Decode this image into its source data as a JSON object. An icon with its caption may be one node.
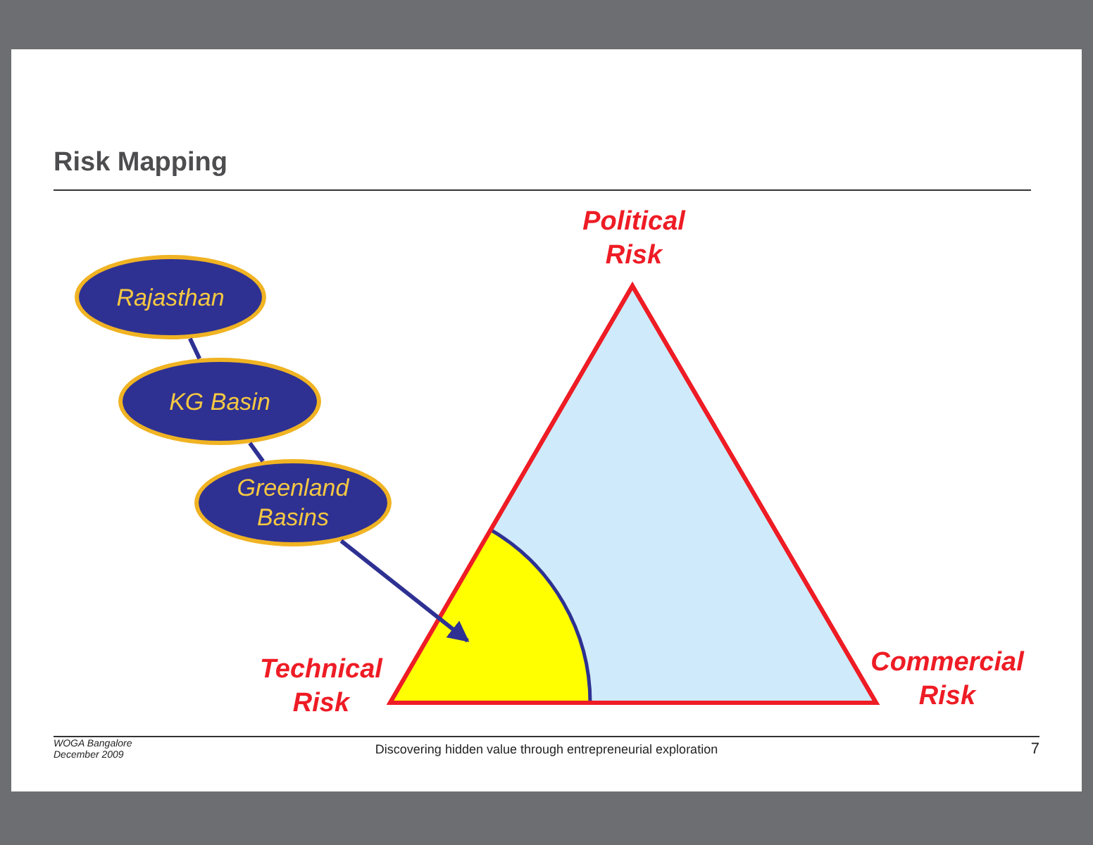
{
  "diagram": {
    "title": "Risk Mapping",
    "nodes": [
      {
        "text": [
          "Rajasthan"
        ]
      },
      {
        "text": [
          "KG Basin"
        ]
      },
      {
        "text": [
          "Greenland Basins"
        ]
      },
      {
        "text": [],
        "shape": "sector"
      }
    ],
    "edges": [
      {
        "from": 0,
        "to": 1,
        "arrow": "none"
      },
      {
        "from": 1,
        "to": 2,
        "arrow": "none"
      },
      {
        "from": 2,
        "to": 3,
        "arrow": "to"
      }
    ],
    "labels": [
      "Political Risk",
      "Technical Risk",
      "Commercial Risk",
      "WOGA Bangalore December 2009",
      "Discovering hidden value through entrepreneurial exploration",
      "7"
    ]
  }
}
